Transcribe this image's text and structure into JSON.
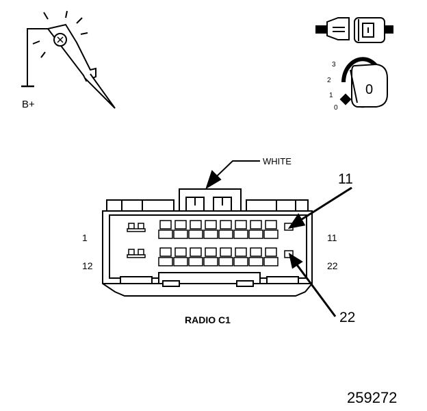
{
  "labels": {
    "battery": "B+",
    "wire_color": "WHITE",
    "pin_left_top": "1",
    "pin_left_bottom": "12",
    "pin_right_top": "11",
    "pin_right_bottom": "22",
    "callout_top": "11",
    "callout_bottom": "22",
    "connector_name": "RADIO C1",
    "figure_number": "259272"
  },
  "ignition": {
    "positions": [
      "3",
      "2",
      "1",
      "0"
    ],
    "key_position": "0"
  },
  "icons": {
    "test_light": "test-light-probe-icon",
    "disconnected": "disconnected-connector-icon",
    "ignition_key": "ignition-key-icon"
  }
}
